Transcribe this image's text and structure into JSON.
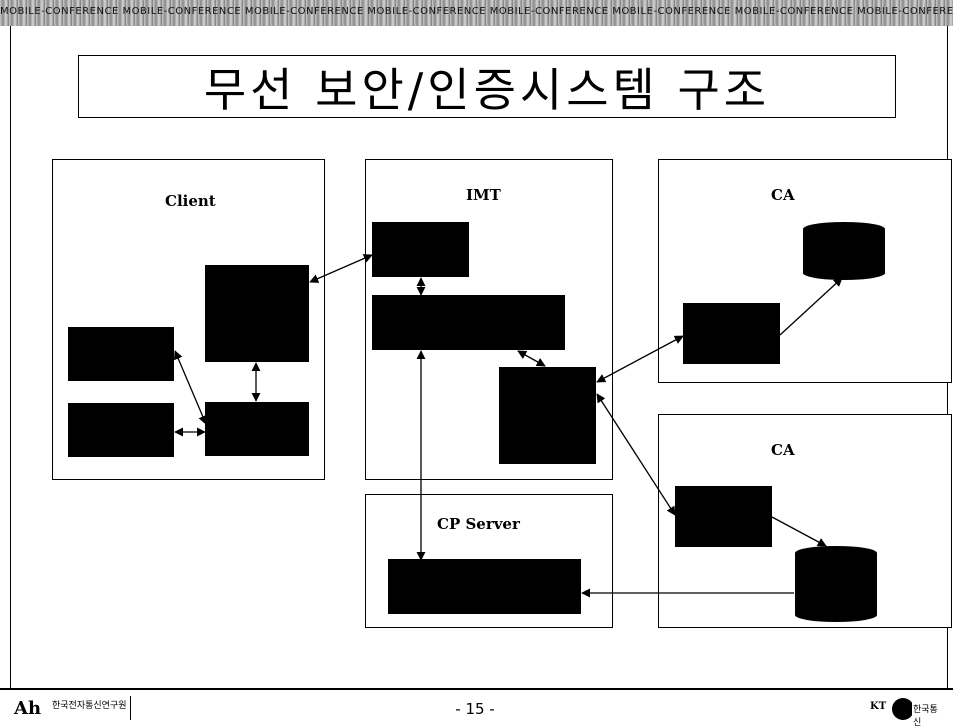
{
  "banner": {
    "text": "MOBILE-CONFERENCE  MOBILE-CONFERENCE  MOBILE-CONFERENCE  MOBILE-CONFERENCE  MOBILE-CONFERENCE  MOBILE-CONFERENCE  MOBILE-CONFERENCE  MOBILE-CONFERENCE"
  },
  "title": "무선 보안/인증시스템 구조",
  "panels": {
    "client": "Client",
    "imt": "IMT",
    "ca_top": "CA",
    "ca_bottom": "CA",
    "cp_server": "CP Server"
  },
  "footer": {
    "left_org": "한국전자통신연구원",
    "left_org_sub": "",
    "page": "- 15 -",
    "right_logo": "KT",
    "right_name": "한국통신"
  }
}
